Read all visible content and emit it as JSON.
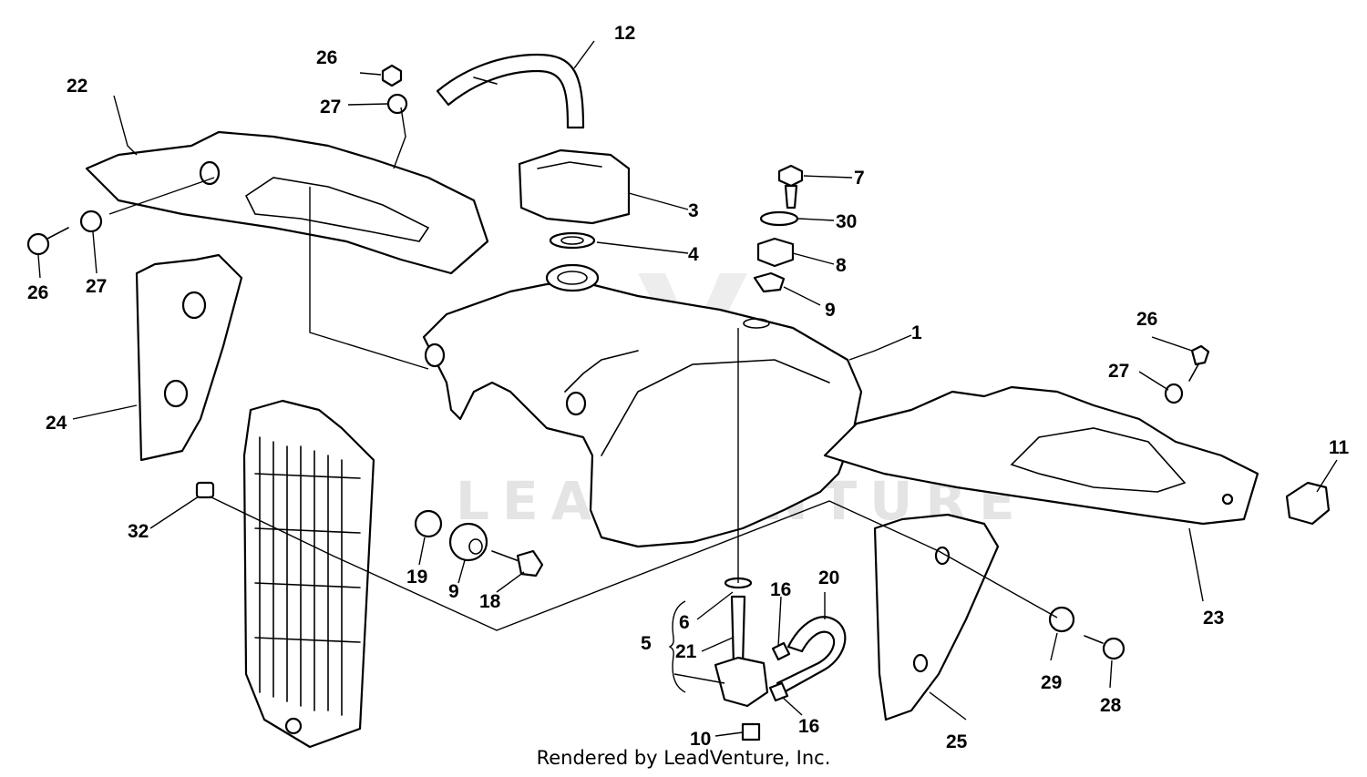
{
  "footer": "Rendered by LeadVenture, Inc.",
  "watermark": "LEADVENTURE",
  "callouts": {
    "c1": "1",
    "c3": "3",
    "c4": "4",
    "c5": "5",
    "c6": "6",
    "c7": "7",
    "c8": "8",
    "c9a": "9",
    "c9b": "9",
    "c10": "10",
    "c11": "11",
    "c12": "12",
    "c16a": "16",
    "c16b": "16",
    "c18": "18",
    "c19": "19",
    "c20": "20",
    "c21": "21",
    "c22": "22",
    "c23": "23",
    "c24": "24",
    "c25": "25",
    "c26a": "26",
    "c26b": "26",
    "c26c": "26",
    "c27a": "27",
    "c27b": "27",
    "c27c": "27",
    "c28": "28",
    "c29": "29",
    "c30": "30",
    "c32": "32"
  }
}
